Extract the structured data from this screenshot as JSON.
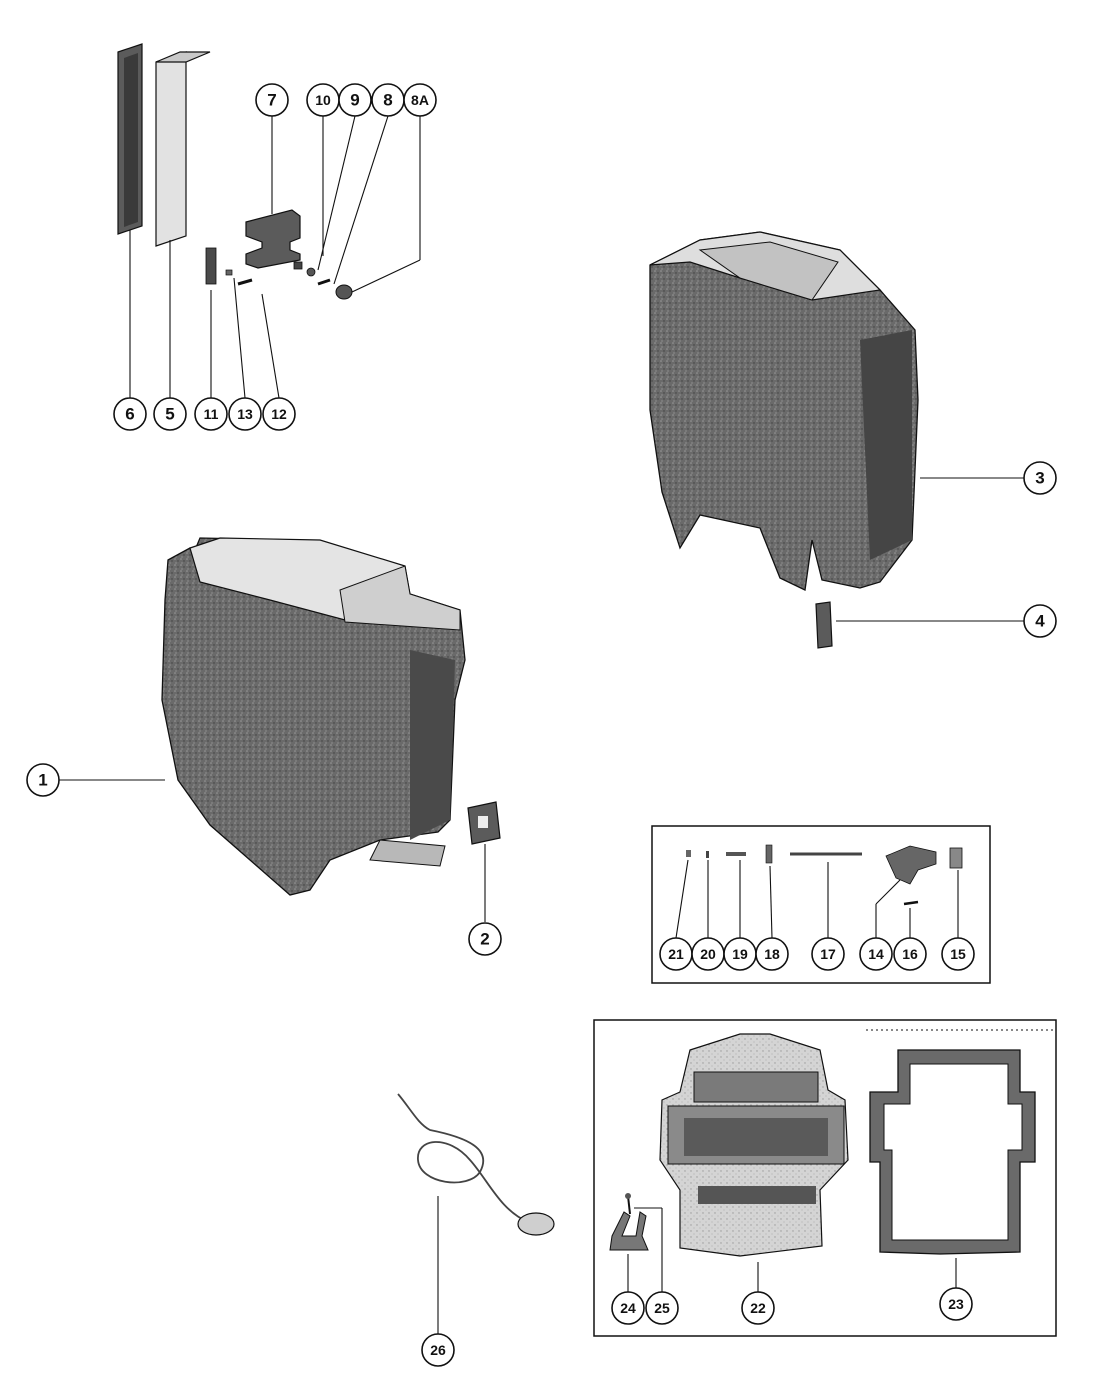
{
  "callouts": {
    "c1": "1",
    "c2": "2",
    "c3": "3",
    "c4": "4",
    "c5": "5",
    "c6": "6",
    "c7": "7",
    "c8": "8",
    "c8a": "8A",
    "c9": "9",
    "c10": "10",
    "c11": "11",
    "c12": "12",
    "c13": "13",
    "c14": "14",
    "c15": "15",
    "c16": "16",
    "c17": "17",
    "c18": "18",
    "c19": "19",
    "c20": "20",
    "c21": "21",
    "c22": "22",
    "c23": "23",
    "c24": "24",
    "c25": "25",
    "c26": "26"
  }
}
